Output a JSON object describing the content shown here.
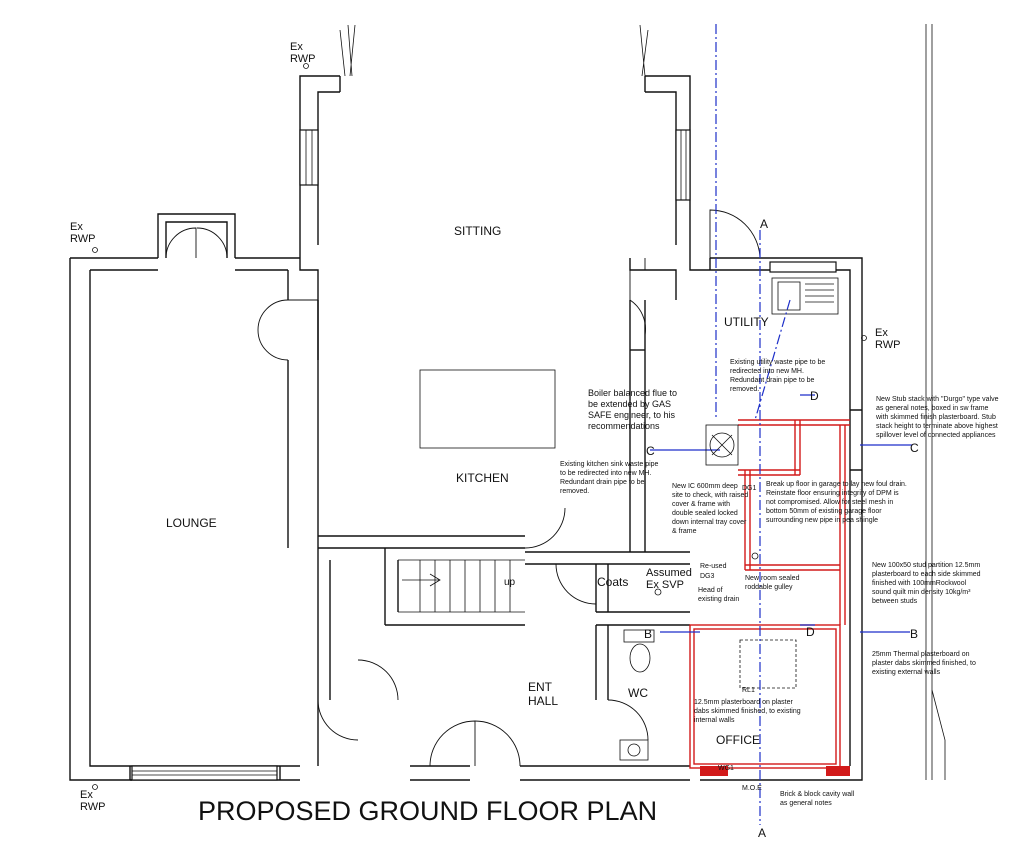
{
  "title": "PROPOSED GROUND FLOOR PLAN",
  "rooms": {
    "sitting": "SITTING",
    "lounge": "LOUNGE",
    "kitchen": "KITCHEN",
    "utility": "UTILITY",
    "coats": "Coats",
    "ent_hall_1": "ENT",
    "ent_hall_2": "HALL",
    "wc": "WC",
    "office": "OFFICE",
    "stairs_up": "up"
  },
  "rwp": {
    "ex": "Ex",
    "rwp": "RWP"
  },
  "section_markers": {
    "a": "A",
    "b": "B",
    "c": "C",
    "d": "D"
  },
  "tags": {
    "dg1": "DG1",
    "dg3": "DG3",
    "rl1": "RL1",
    "wg1": "WG1",
    "moe": "M.O.E",
    "reused": "Re-used",
    "assumed_1": "Assumed",
    "assumed_2": "Ex SVP"
  },
  "notes": {
    "boiler": [
      "Boiler balanced flue to",
      "be extended by GAS",
      "SAFE engineer, to his",
      "recommendations"
    ],
    "utility_waste": [
      "Existing utility waste pipe to be",
      "redirected into new MH.",
      "Redundant drain pipe to be",
      "removed."
    ],
    "kitchen_sink": [
      "Existing kitchen sink waste pipe",
      "to be redirected into new MH.",
      "Redundant drain pipe to be",
      "removed."
    ],
    "new_ic": [
      "New IC 600mm deep",
      "site to check, with raised",
      "cover & frame with",
      "double sealed locked",
      "down internal tray cover",
      "& frame"
    ],
    "break_up": [
      "Break up floor in garage to lay new foul drain.",
      "Reinstate floor ensuring integrity of DPM is",
      "not compromised. Allow for steel mesh in",
      "bottom 50mm of existing garage floor",
      "surrounding new pipe in pea shingle"
    ],
    "stub_stack": [
      "New Stub stack with \"Durgo\" type valve",
      "as general notes, boxed in sw frame",
      "with skimmed finish plasterboard. Stub",
      "stack height to terminate above highest",
      "spillover level of connected appliances"
    ],
    "head_drain": [
      "Head of",
      "existing drain"
    ],
    "gulley": [
      "New room sealed",
      "roddable gulley"
    ],
    "stud": [
      "New 100x50 stud partition 12.5mm",
      "plasterboard to each side skimmed",
      "finished with 100mmRockwool",
      "sound quilt min density 10kg/m³",
      "between studs"
    ],
    "thermal": [
      "25mm Thermal plasterboard on",
      "plaster dabs skimmed finished, to",
      "existing external walls"
    ],
    "plasterboard": [
      "12.5mm plasterboard on plaster",
      "dabs skimmed finished, to existing",
      "internal walls"
    ],
    "brick": [
      "Brick & block cavity wall",
      "as general notes"
    ]
  }
}
